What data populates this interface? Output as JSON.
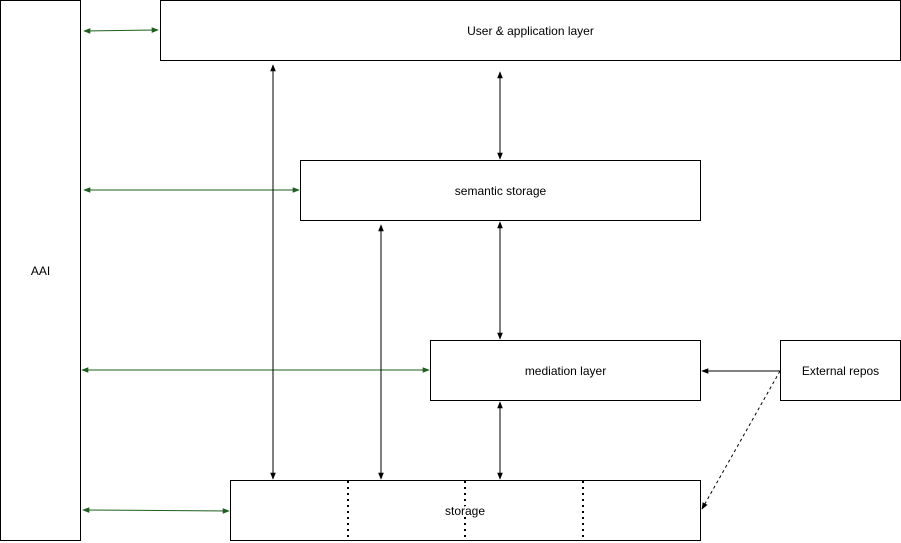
{
  "nodes": {
    "aai": {
      "label": "AAI"
    },
    "user_app_layer": {
      "label": "User & application  layer"
    },
    "semantic_storage": {
      "label": "semantic storage"
    },
    "mediation_layer": {
      "label": "mediation layer"
    },
    "storage": {
      "label": "storage"
    },
    "external_repos": {
      "label": "External repos"
    }
  },
  "colors": {
    "box_stroke": "#000000",
    "arrow_black": "#000000",
    "arrow_green": "#1e5e1e",
    "background": "#ffffff"
  }
}
